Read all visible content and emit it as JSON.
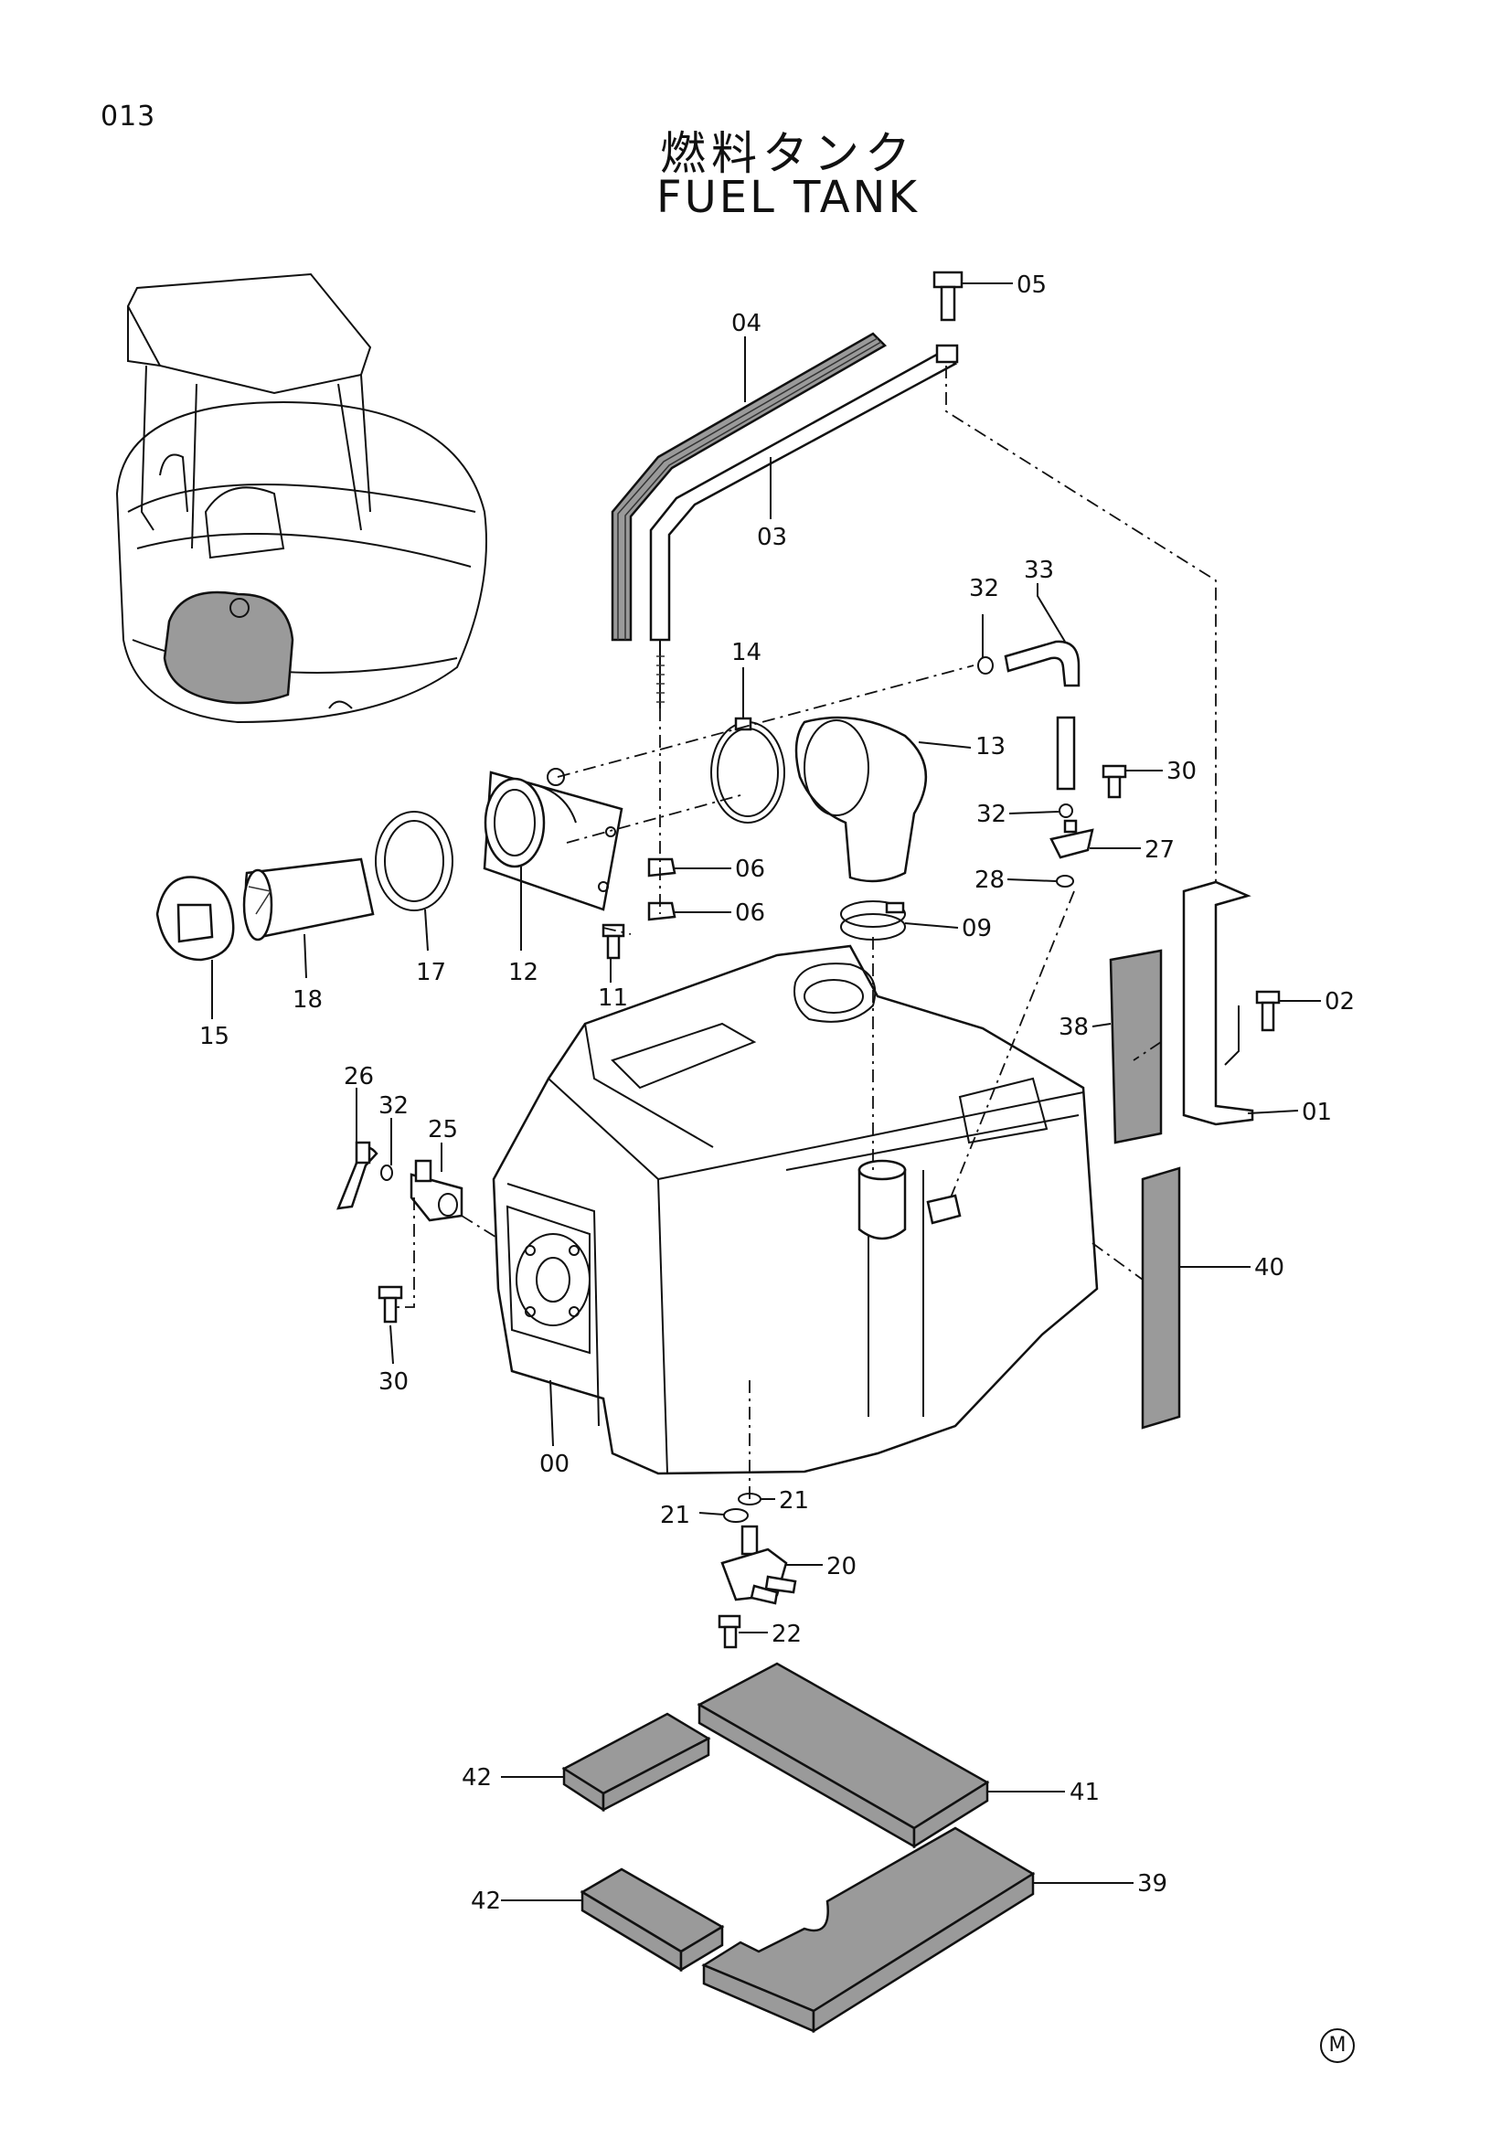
{
  "page_number": "013",
  "title_ja": "燃料タンク",
  "title_en": "FUEL TANK",
  "corner_marker": "M",
  "callouts": [
    "05",
    "04",
    "03",
    "33",
    "32",
    "14",
    "13",
    "30",
    "32",
    "27",
    "06",
    "06",
    "28",
    "09",
    "11",
    "12",
    "17",
    "18",
    "15",
    "38",
    "02",
    "01",
    "26",
    "32",
    "25",
    "40",
    "30",
    "00",
    "21",
    "21",
    "20",
    "22",
    "42",
    "41",
    "42",
    "39"
  ]
}
